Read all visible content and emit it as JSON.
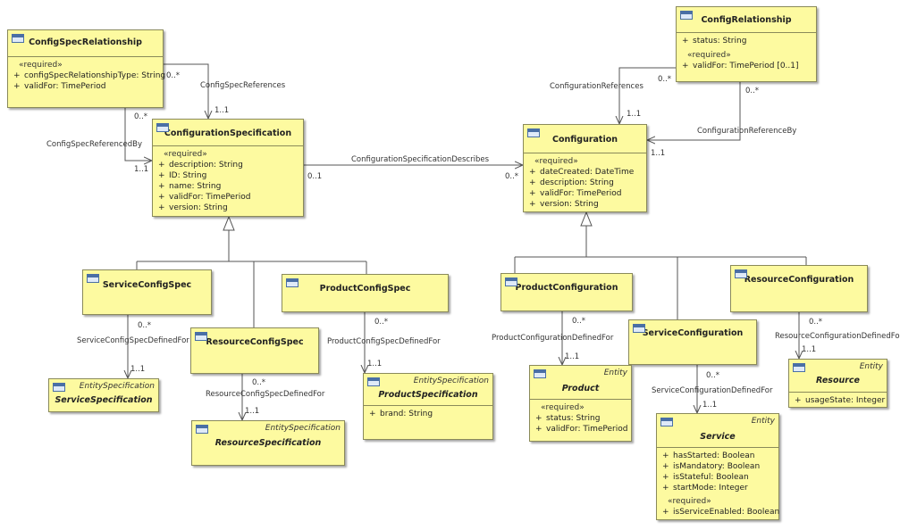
{
  "classes": {
    "configSpecRelationship": {
      "name": "ConfigSpecRelationship",
      "stereotype": "«required»",
      "attrs": [
        "configSpecRelationshipType: String",
        "validFor: TimePeriod"
      ]
    },
    "configurationSpecification": {
      "name": "ConfigurationSpecification",
      "stereotype": "«required»",
      "attrs": [
        "description: String",
        "ID: String",
        "name: String",
        "validFor: TimePeriod",
        "version: String"
      ]
    },
    "configRelationship": {
      "name": "ConfigRelationship",
      "attr_top": "status: String",
      "stereotype": "«required»",
      "attrs": [
        "validFor: TimePeriod [0..1]"
      ]
    },
    "configuration": {
      "name": "Configuration",
      "stereotype": "«required»",
      "attrs": [
        "dateCreated: DateTime",
        "description: String",
        "validFor: TimePeriod",
        "version: String"
      ]
    },
    "serviceConfigSpec": {
      "name": "ServiceConfigSpec"
    },
    "resourceConfigSpec": {
      "name": "ResourceConfigSpec"
    },
    "productConfigSpec": {
      "name": "ProductConfigSpec"
    },
    "serviceSpecification": {
      "name": "ServiceSpecification",
      "stereotype": "EntitySpecification"
    },
    "resourceSpecification": {
      "name": "ResourceSpecification",
      "stereotype": "EntitySpecification"
    },
    "productSpecification": {
      "name": "ProductSpecification",
      "stereotype": "EntitySpecification",
      "attrs": [
        "brand: String"
      ]
    },
    "productConfiguration": {
      "name": "ProductConfiguration"
    },
    "serviceConfiguration": {
      "name": "ServiceConfiguration"
    },
    "resourceConfiguration": {
      "name": "ResourceConfiguration"
    },
    "product": {
      "name": "Product",
      "stereotype": "Entity",
      "req": "«required»",
      "attrs": [
        "status: String",
        "validFor: TimePeriod"
      ]
    },
    "service": {
      "name": "Service",
      "stereotype": "Entity",
      "attrs": [
        "hasStarted: Boolean",
        "isMandatory: Boolean",
        "isStateful: Boolean",
        "startMode: Integer"
      ],
      "req": "«required»",
      "req_attrs": [
        "isServiceEnabled: Boolean"
      ]
    },
    "resource": {
      "name": "Resource",
      "stereotype": "Entity",
      "attrs": [
        "usageState: Integer"
      ]
    }
  },
  "visibility": "+",
  "associations": {
    "configSpecReferences": "ConfigSpecReferences",
    "configSpecReferencedBy": "ConfigSpecReferencedBy",
    "configurationSpecificationDescribes": "ConfigurationSpecificationDescribes",
    "configurationReferences": "ConfigurationReferences",
    "configurationReferenceBy": "ConfigurationReferenceBy",
    "serviceConfigSpecDefinedFor": "ServiceConfigSpecDefinedFor",
    "resourceConfigSpecDefinedFor": "ResourceConfigSpecDefinedFor",
    "productConfigSpecDefinedFor": "ProductConfigSpecDefinedFor",
    "productConfigurationDefinedFor": "ProductConfigurationDefinedFor",
    "serviceConfigurationDefinedFor": "ServiceConfigurationDefinedFor",
    "resourceConfigurationDefinedFor": "ResourceConfigurationDefinedFor"
  },
  "multiplicity": {
    "many": "0..*",
    "one": "1..1",
    "optional": "0..1"
  },
  "colors": {
    "class_fill": "#fdfaa0",
    "class_border": "#8a8a5a",
    "line": "#555555"
  }
}
